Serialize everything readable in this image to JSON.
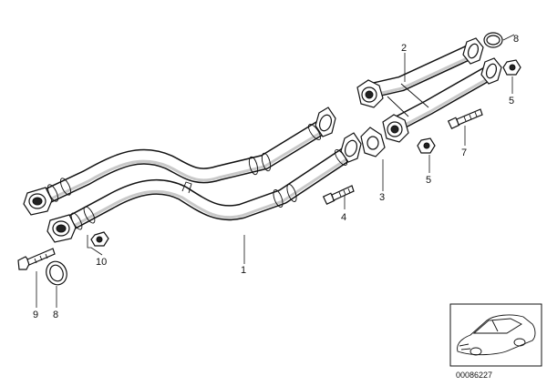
{
  "diagram": {
    "parts": [
      {
        "id": "p1",
        "label": "1"
      },
      {
        "id": "p2",
        "label": "2"
      },
      {
        "id": "p3",
        "label": "3"
      },
      {
        "id": "p4",
        "label": "4"
      },
      {
        "id": "p5a",
        "label": "5"
      },
      {
        "id": "p5b",
        "label": "5"
      },
      {
        "id": "p7",
        "label": "7"
      },
      {
        "id": "p8a",
        "label": "8"
      },
      {
        "id": "p8b",
        "label": "8"
      },
      {
        "id": "p9",
        "label": "9"
      },
      {
        "id": "p10",
        "label": "10"
      }
    ],
    "reference_code": "00086227"
  }
}
